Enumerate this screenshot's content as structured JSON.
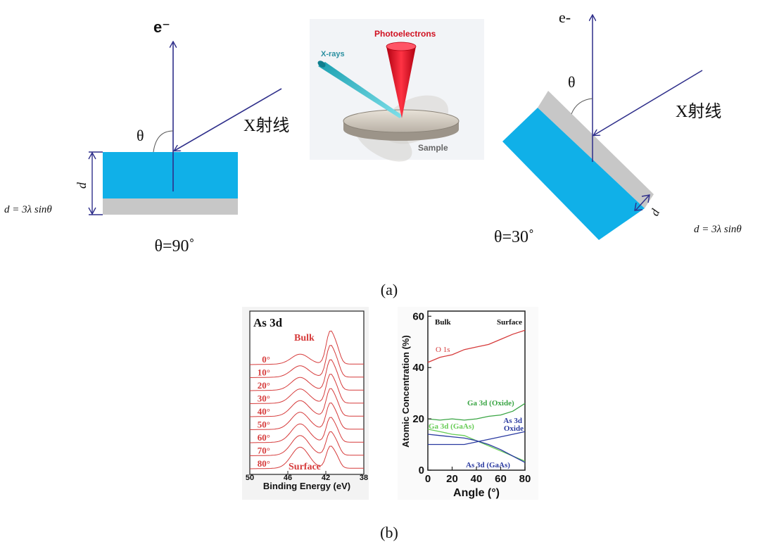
{
  "panel_a": {
    "left": {
      "electron_label": "e⁻",
      "theta_symbol": "θ",
      "xray_label": "X射线",
      "d_label": "d",
      "formula": "d = 3λ sinθ",
      "angle_caption": "θ=90˚"
    },
    "center": {
      "photoelectrons_label": "Photoelectrons",
      "xrays_label": "X-rays",
      "sample_label": "Sample"
    },
    "right": {
      "electron_label": "e-",
      "theta_symbol": "θ",
      "xray_label": "X射线",
      "d_label": "d",
      "formula": "d = 3λ sinθ",
      "angle_caption": "θ=30˚"
    },
    "caption": "(a)"
  },
  "panel_b": {
    "caption": "(b)",
    "colors": {
      "red": "#d63b3b",
      "green": "#3aa544",
      "blue": "#2a3aa0",
      "light_green": "#66cc55"
    },
    "chart_data": [
      {
        "type": "line",
        "title": "As 3d",
        "xlabel": "Binding Energy (eV)",
        "ylabel": "",
        "xlim": [
          50,
          38
        ],
        "x_ticks": [
          "50",
          "46",
          "42",
          "38"
        ],
        "annotations": [
          "Bulk",
          "Surface"
        ],
        "series": [
          {
            "name": "0°"
          },
          {
            "name": "10°"
          },
          {
            "name": "20°"
          },
          {
            "name": "30°"
          },
          {
            "name": "40°"
          },
          {
            "name": "50°"
          },
          {
            "name": "60°"
          },
          {
            "name": "70°"
          },
          {
            "name": "80°"
          }
        ]
      },
      {
        "type": "line",
        "title": "",
        "xlabel": "Angle (°)",
        "ylabel": "Atomic Concentration (%)",
        "xlim": [
          0,
          80
        ],
        "ylim": [
          0,
          62
        ],
        "x_ticks": [
          "0",
          "20",
          "40",
          "60",
          "80"
        ],
        "y_ticks": [
          "0",
          "20",
          "40",
          "60"
        ],
        "annotations": [
          "Bulk",
          "Surface"
        ],
        "x": [
          0,
          10,
          20,
          30,
          40,
          50,
          60,
          70,
          80
        ],
        "series": [
          {
            "name": "O 1s",
            "values": [
              42,
              44,
              45,
              47,
              48,
              49,
              51,
              53,
              54.5
            ]
          },
          {
            "name": "Ga 3d (Oxide)",
            "values": [
              20,
              19.5,
              20,
              19.5,
              20,
              21,
              21.5,
              23,
              26
            ]
          },
          {
            "name": "Ga 3d (GaAs)",
            "values": [
              16,
              15,
              14,
              13.5,
              11.5,
              9.5,
              7.5,
              5.5,
              3.5
            ]
          },
          {
            "name": "As 3d Oxide",
            "values": [
              10,
              10,
              10,
              10,
              11,
              12,
              13,
              14,
              15
            ]
          },
          {
            "name": "As 3d (GaAs)",
            "values": [
              14,
              13.5,
              13,
              12.5,
              11.5,
              10,
              8,
              5.5,
              3
            ]
          }
        ]
      }
    ]
  }
}
